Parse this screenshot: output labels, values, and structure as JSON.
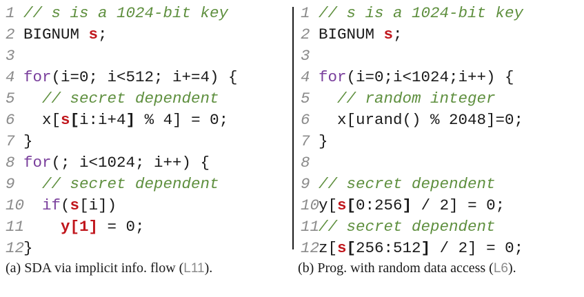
{
  "panel_a": {
    "lines": [
      {
        "n": "1",
        "tokens": [
          {
            "t": "// s is a 1024-bit key",
            "c": "c"
          }
        ]
      },
      {
        "n": "2",
        "tokens": [
          {
            "t": "BIGNUM "
          },
          {
            "t": "s",
            "c": "v"
          },
          {
            "t": ";"
          }
        ]
      },
      {
        "n": "3",
        "tokens": []
      },
      {
        "n": "4",
        "tokens": [
          {
            "t": "for",
            "c": "kw"
          },
          {
            "t": "(i=0; i<512; i+=4) {"
          }
        ]
      },
      {
        "n": "5",
        "tokens": [
          {
            "t": "  "
          },
          {
            "t": "// secret dependent",
            "c": "c"
          }
        ]
      },
      {
        "n": "6",
        "tokens": [
          {
            "t": "  x["
          },
          {
            "t": "s",
            "c": "v"
          },
          {
            "t": "[",
            "c": "b"
          },
          {
            "t": "i:i+4"
          },
          {
            "t": "]",
            "c": "b"
          },
          {
            "t": " % 4] = 0;"
          }
        ]
      },
      {
        "n": "7",
        "tokens": [
          {
            "t": "}"
          }
        ]
      },
      {
        "n": "8",
        "tokens": [
          {
            "t": "for",
            "c": "kw"
          },
          {
            "t": "(; i<1024; i++) {"
          }
        ]
      },
      {
        "n": "9",
        "tokens": [
          {
            "t": "  "
          },
          {
            "t": "// secret dependent",
            "c": "c"
          }
        ]
      },
      {
        "n": "10",
        "tokens": [
          {
            "t": "  "
          },
          {
            "t": "if",
            "c": "kw"
          },
          {
            "t": "("
          },
          {
            "t": "s",
            "c": "v"
          },
          {
            "t": "[i])"
          }
        ]
      },
      {
        "n": "11",
        "tokens": [
          {
            "t": "    "
          },
          {
            "t": "y[1]",
            "c": "v"
          },
          {
            "t": " = 0;"
          }
        ]
      },
      {
        "n": "12",
        "tokens": [
          {
            "t": "}"
          }
        ]
      }
    ]
  },
  "panel_b": {
    "lines": [
      {
        "n": "1",
        "tokens": [
          {
            "t": "// s is a 1024-bit key",
            "c": "c"
          }
        ]
      },
      {
        "n": "2",
        "tokens": [
          {
            "t": "BIGNUM "
          },
          {
            "t": "s",
            "c": "v"
          },
          {
            "t": ";"
          }
        ]
      },
      {
        "n": "3",
        "tokens": []
      },
      {
        "n": "4",
        "tokens": [
          {
            "t": "for",
            "c": "kw"
          },
          {
            "t": "(i=0;i<1024;i++) {"
          }
        ]
      },
      {
        "n": "5",
        "tokens": [
          {
            "t": "  "
          },
          {
            "t": "// random integer",
            "c": "c"
          }
        ]
      },
      {
        "n": "6",
        "tokens": [
          {
            "t": "  x[urand() % 2048]=0;"
          }
        ]
      },
      {
        "n": "7",
        "tokens": [
          {
            "t": "}"
          }
        ]
      },
      {
        "n": "8",
        "tokens": []
      },
      {
        "n": "9",
        "tokens": [
          {
            "t": "// secret dependent",
            "c": "c"
          }
        ]
      },
      {
        "n": "10",
        "tokens": [
          {
            "t": "y["
          },
          {
            "t": "s",
            "c": "v"
          },
          {
            "t": "[",
            "c": "b"
          },
          {
            "t": "0:256"
          },
          {
            "t": "]",
            "c": "b"
          },
          {
            "t": " / 2] = 0;"
          }
        ]
      },
      {
        "n": "11",
        "tokens": [
          {
            "t": "// secret dependent",
            "c": "c"
          }
        ]
      },
      {
        "n": "12",
        "tokens": [
          {
            "t": "z["
          },
          {
            "t": "s",
            "c": "v"
          },
          {
            "t": "[",
            "c": "b"
          },
          {
            "t": "256:512"
          },
          {
            "t": "]",
            "c": "b"
          },
          {
            "t": " / 2] = 0;"
          }
        ]
      }
    ]
  },
  "captions": {
    "a": {
      "text": "(a) SDA via implicit info. flow (",
      "ref": "L11",
      "end": ")."
    },
    "b": {
      "text": "(b) Prog. with random data access (",
      "ref": "L6",
      "end": ")."
    }
  },
  "colors": {
    "comment": "#5e8f3e",
    "keyword": "#7a3f9c",
    "secret_variable": "#c0161c",
    "line_number": "#8a8a8a",
    "text": "#1a1a1a"
  }
}
